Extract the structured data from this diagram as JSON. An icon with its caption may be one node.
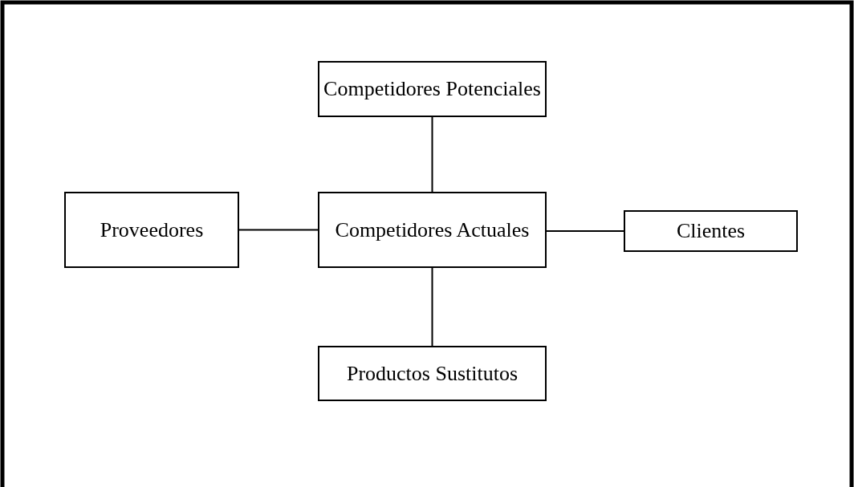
{
  "diagram": {
    "nodes": [
      {
        "text": [
          "Competidores Potenciales"
        ]
      },
      {
        "text": [
          "Proveedores"
        ]
      },
      {
        "text": [
          "Competidores Actuales"
        ]
      },
      {
        "text": [
          "Clientes"
        ]
      },
      {
        "text": [
          "Productos Sustitutos"
        ]
      }
    ],
    "edges": [
      {
        "from": 0,
        "to": 2,
        "arrow": "none"
      },
      {
        "from": 1,
        "to": 2,
        "arrow": "none"
      },
      {
        "from": 2,
        "to": 3,
        "arrow": "none"
      },
      {
        "from": 2,
        "to": 4,
        "arrow": "none"
      }
    ]
  }
}
